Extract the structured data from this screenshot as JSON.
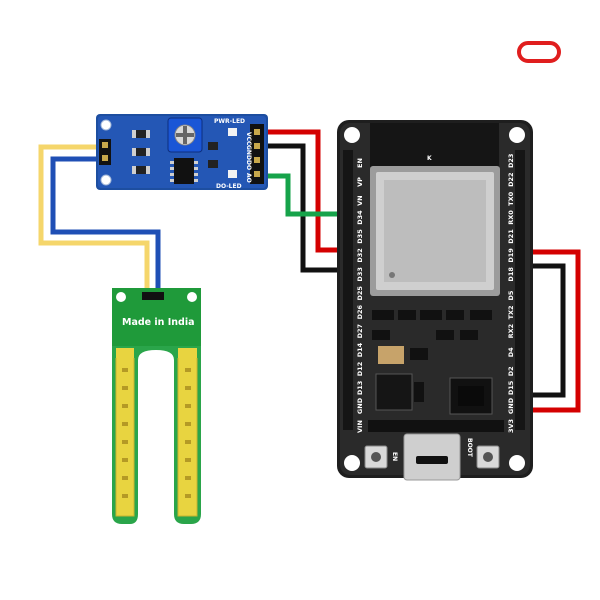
{
  "sensor_module": {
    "pins": [
      "VCC",
      "GND",
      "DO",
      "AO"
    ],
    "pwr_led_label": "PWR-LED",
    "do_led_label": "DO-LED"
  },
  "probe": {
    "label": "Made in India"
  },
  "esp32": {
    "left_pins": [
      "EN",
      "VP",
      "VN",
      "D34",
      "D35",
      "D32",
      "D33",
      "D25",
      "D26",
      "D27",
      "D14",
      "D12",
      "D13",
      "GND",
      "VIN"
    ],
    "right_pins": [
      "D23",
      "D22",
      "TX0",
      "RX0",
      "D21",
      "D19",
      "D18",
      "D5",
      "TX2",
      "RX2",
      "D4",
      "D2",
      "D15",
      "GND",
      "3V3"
    ],
    "en_button_label": "EN",
    "boot_button_label": "BOOT",
    "chip_mark": "K"
  },
  "wires": {
    "colors": {
      "power": "#d40000",
      "ground": "#111111",
      "signal": "#16a34a",
      "probe_a": "#f5d66b",
      "probe_b": "#1f4fb5"
    }
  },
  "logo": {
    "icon": "rounded-rectangle-logo-icon",
    "color": "#e01e1e"
  }
}
